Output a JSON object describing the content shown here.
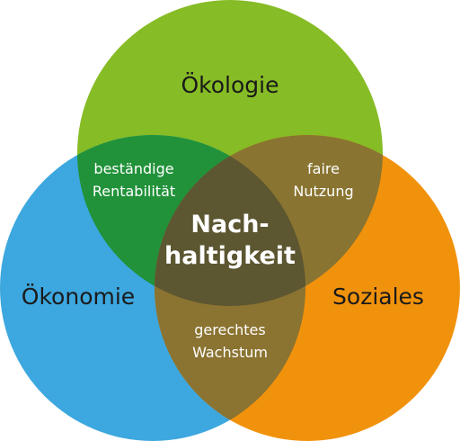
{
  "circles": {
    "ecology": {
      "label": "Ökologie",
      "color": "#86bc25"
    },
    "economy": {
      "label": "Ökonomie",
      "color": "#3da7df"
    },
    "social": {
      "label": "Soziales",
      "color": "#f1920c"
    }
  },
  "overlaps": {
    "ecology_economy": {
      "line1": "beständige",
      "line2": "Rentabilität",
      "color": "#21923a"
    },
    "ecology_social": {
      "line1": "faire",
      "line2": "Nutzung",
      "color": "#897431"
    },
    "economy_social": {
      "line1": "gerechtes",
      "line2": "Wachstum",
      "color": "#8b7331"
    }
  },
  "center": {
    "line1": "Nach-",
    "line2": "haltigkeit",
    "color": "#5c5631"
  }
}
